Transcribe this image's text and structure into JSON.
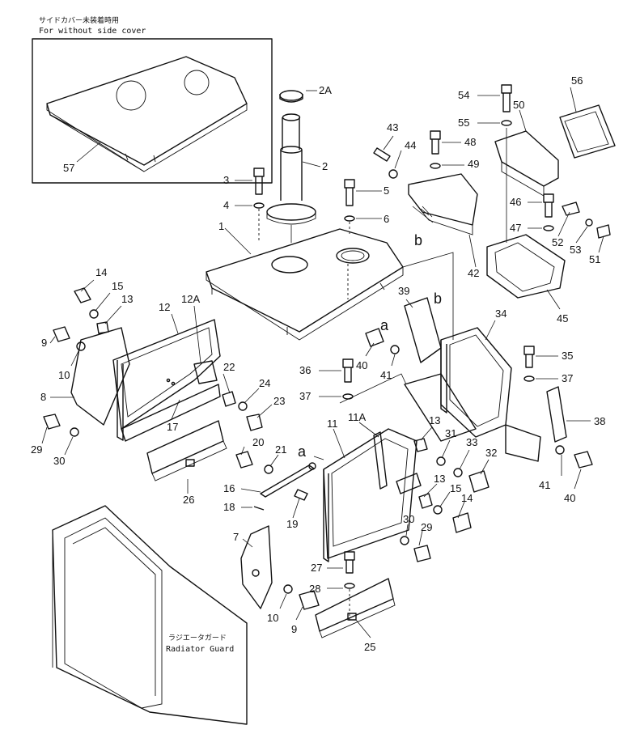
{
  "notes": {
    "side_cover_jp": "サイドカバー未装着時用",
    "side_cover_en": "For without side cover",
    "radiator_jp": "ラジエータガード",
    "radiator_en": "Radiator Guard"
  },
  "callouts": [
    {
      "id": "c-2A",
      "text": "2A"
    },
    {
      "id": "c-2",
      "text": "2"
    },
    {
      "id": "c-57",
      "text": "57"
    },
    {
      "id": "c-3",
      "text": "3"
    },
    {
      "id": "c-4",
      "text": "4"
    },
    {
      "id": "c-1",
      "text": "1"
    },
    {
      "id": "c-5",
      "text": "5"
    },
    {
      "id": "c-6",
      "text": "6"
    },
    {
      "id": "c-43",
      "text": "43"
    },
    {
      "id": "c-44",
      "text": "44"
    },
    {
      "id": "c-48",
      "text": "48"
    },
    {
      "id": "c-49",
      "text": "49"
    },
    {
      "id": "c-54",
      "text": "54"
    },
    {
      "id": "c-55",
      "text": "55"
    },
    {
      "id": "c-50",
      "text": "50"
    },
    {
      "id": "c-56",
      "text": "56"
    },
    {
      "id": "c-46",
      "text": "46"
    },
    {
      "id": "c-47",
      "text": "47"
    },
    {
      "id": "c-52",
      "text": "52"
    },
    {
      "id": "c-53",
      "text": "53"
    },
    {
      "id": "c-51",
      "text": "51"
    },
    {
      "id": "c-b1",
      "text": "b"
    },
    {
      "id": "c-42",
      "text": "42"
    },
    {
      "id": "c-45",
      "text": "45"
    },
    {
      "id": "c-14a",
      "text": "14"
    },
    {
      "id": "c-15a",
      "text": "15"
    },
    {
      "id": "c-13a",
      "text": "13"
    },
    {
      "id": "c-12",
      "text": "12"
    },
    {
      "id": "c-12A",
      "text": "12A"
    },
    {
      "id": "c-9a",
      "text": "9"
    },
    {
      "id": "c-10a",
      "text": "10"
    },
    {
      "id": "c-8",
      "text": "8"
    },
    {
      "id": "c-22",
      "text": "22"
    },
    {
      "id": "c-24",
      "text": "24"
    },
    {
      "id": "c-23",
      "text": "23"
    },
    {
      "id": "c-17",
      "text": "17"
    },
    {
      "id": "c-29a",
      "text": "29"
    },
    {
      "id": "c-30a",
      "text": "30"
    },
    {
      "id": "c-26",
      "text": "26"
    },
    {
      "id": "c-a1",
      "text": "a"
    },
    {
      "id": "c-39",
      "text": "39"
    },
    {
      "id": "c-b2",
      "text": "b"
    },
    {
      "id": "c-34",
      "text": "34"
    },
    {
      "id": "c-40a",
      "text": "40"
    },
    {
      "id": "c-41a",
      "text": "41"
    },
    {
      "id": "c-36",
      "text": "36"
    },
    {
      "id": "c-37a",
      "text": "37"
    },
    {
      "id": "c-35",
      "text": "35"
    },
    {
      "id": "c-37b",
      "text": "37"
    },
    {
      "id": "c-38",
      "text": "38"
    },
    {
      "id": "c-11",
      "text": "11"
    },
    {
      "id": "c-11A",
      "text": "11A"
    },
    {
      "id": "c-13b",
      "text": "13"
    },
    {
      "id": "c-31",
      "text": "31"
    },
    {
      "id": "c-33",
      "text": "33"
    },
    {
      "id": "c-32",
      "text": "32"
    },
    {
      "id": "c-20",
      "text": "20"
    },
    {
      "id": "c-21",
      "text": "21"
    },
    {
      "id": "c-a2",
      "text": "a"
    },
    {
      "id": "c-16",
      "text": "16"
    },
    {
      "id": "c-18",
      "text": "18"
    },
    {
      "id": "c-19",
      "text": "19"
    },
    {
      "id": "c-13c",
      "text": "13"
    },
    {
      "id": "c-15b",
      "text": "15"
    },
    {
      "id": "c-14b",
      "text": "14"
    },
    {
      "id": "c-30b",
      "text": "30"
    },
    {
      "id": "c-29b",
      "text": "29"
    },
    {
      "id": "c-41b",
      "text": "41"
    },
    {
      "id": "c-40b",
      "text": "40"
    },
    {
      "id": "c-7",
      "text": "7"
    },
    {
      "id": "c-27",
      "text": "27"
    },
    {
      "id": "c-28",
      "text": "28"
    },
    {
      "id": "c-10b",
      "text": "10"
    },
    {
      "id": "c-9b",
      "text": "9"
    },
    {
      "id": "c-25",
      "text": "25"
    }
  ]
}
